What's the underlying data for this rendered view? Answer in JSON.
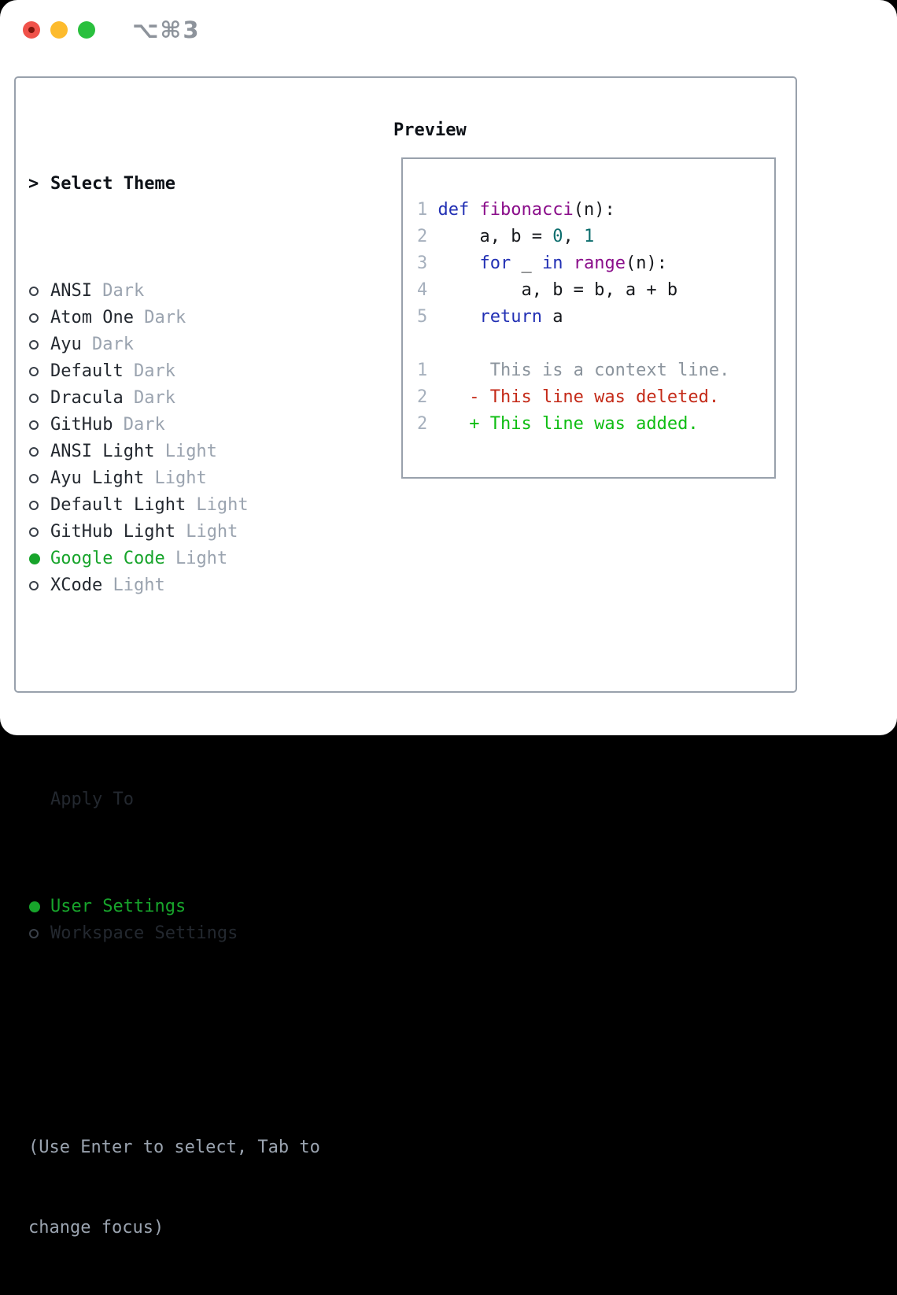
{
  "window": {
    "title": "⌥⌘3",
    "traffic_lights": [
      "close",
      "minimize",
      "zoom"
    ]
  },
  "colors": {
    "page_bg": "#000000",
    "window_bg": "#ffffff",
    "border": "#99a1ac",
    "titlebar_title": "#8d939b",
    "traffic_red": "#f0524a",
    "traffic_red_dot": "#7e150c",
    "traffic_yellow": "#fdbb2d",
    "traffic_green": "#2ac03e",
    "text_dark": "#23282f",
    "text_header": "#0d1117",
    "muted": "#9aa3af",
    "selected_green": "#17a42b",
    "lineno": "#a6b0bd",
    "keyword": "#2230b4",
    "function": "#8a0d8a",
    "literal": "#0c6d6d",
    "code_plain": "#16181c",
    "diff_context": "#8b949d",
    "diff_deleted": "#c42a18",
    "diff_added": "#0ebd12"
  },
  "theme_picker": {
    "header": {
      "marker": ">",
      "label": "Select Theme"
    },
    "themes": [
      {
        "name": "ANSI",
        "variant": "Dark",
        "selected": false
      },
      {
        "name": "Atom One",
        "variant": "Dark",
        "selected": false
      },
      {
        "name": "Ayu",
        "variant": "Dark",
        "selected": false
      },
      {
        "name": "Default",
        "variant": "Dark",
        "selected": false
      },
      {
        "name": "Dracula",
        "variant": "Dark",
        "selected": false
      },
      {
        "name": "GitHub",
        "variant": "Dark",
        "selected": false
      },
      {
        "name": "ANSI Light",
        "variant": "Light",
        "selected": false
      },
      {
        "name": "Ayu Light",
        "variant": "Light",
        "selected": false
      },
      {
        "name": "Default Light",
        "variant": "Light",
        "selected": false
      },
      {
        "name": "GitHub Light",
        "variant": "Light",
        "selected": false
      },
      {
        "name": "Google Code",
        "variant": "Light",
        "selected": true
      },
      {
        "name": "XCode",
        "variant": "Light",
        "selected": false
      }
    ],
    "apply_to": {
      "label": "Apply To",
      "options": [
        {
          "name": "User Settings",
          "selected": true
        },
        {
          "name": "Workspace Settings",
          "selected": false
        }
      ]
    },
    "help_lines": [
      "(Use Enter to select, Tab to",
      "change focus)"
    ]
  },
  "preview": {
    "label": "Preview",
    "code_lines": [
      {
        "num": "1",
        "tokens": [
          {
            "t": "def",
            "c": "kw"
          },
          {
            "t": " ",
            "c": "pl"
          },
          {
            "t": "fibonacci",
            "c": "fn"
          },
          {
            "t": "(n):",
            "c": "pl"
          }
        ]
      },
      {
        "num": "2",
        "tokens": [
          {
            "t": "    a, b = ",
            "c": "pl"
          },
          {
            "t": "0",
            "c": "lit"
          },
          {
            "t": ", ",
            "c": "pl"
          },
          {
            "t": "1",
            "c": "lit"
          }
        ]
      },
      {
        "num": "3",
        "tokens": [
          {
            "t": "    ",
            "c": "pl"
          },
          {
            "t": "for",
            "c": "kw"
          },
          {
            "t": " _ ",
            "c": "pl"
          },
          {
            "t": "in",
            "c": "kw"
          },
          {
            "t": " ",
            "c": "pl"
          },
          {
            "t": "range",
            "c": "fn"
          },
          {
            "t": "(n):",
            "c": "pl"
          }
        ]
      },
      {
        "num": "4",
        "tokens": [
          {
            "t": "        a, b = b, a + b",
            "c": "pl"
          }
        ]
      },
      {
        "num": "5",
        "tokens": [
          {
            "t": "    ",
            "c": "pl"
          },
          {
            "t": "return",
            "c": "kw"
          },
          {
            "t": " a",
            "c": "pl"
          }
        ]
      }
    ],
    "diff_lines": [
      {
        "num": "1",
        "kind": "ctx",
        "text": "      This is a context line."
      },
      {
        "num": "2",
        "kind": "del",
        "text": "    - This line was deleted."
      },
      {
        "num": "2",
        "kind": "add",
        "text": "    + This line was added."
      }
    ]
  }
}
